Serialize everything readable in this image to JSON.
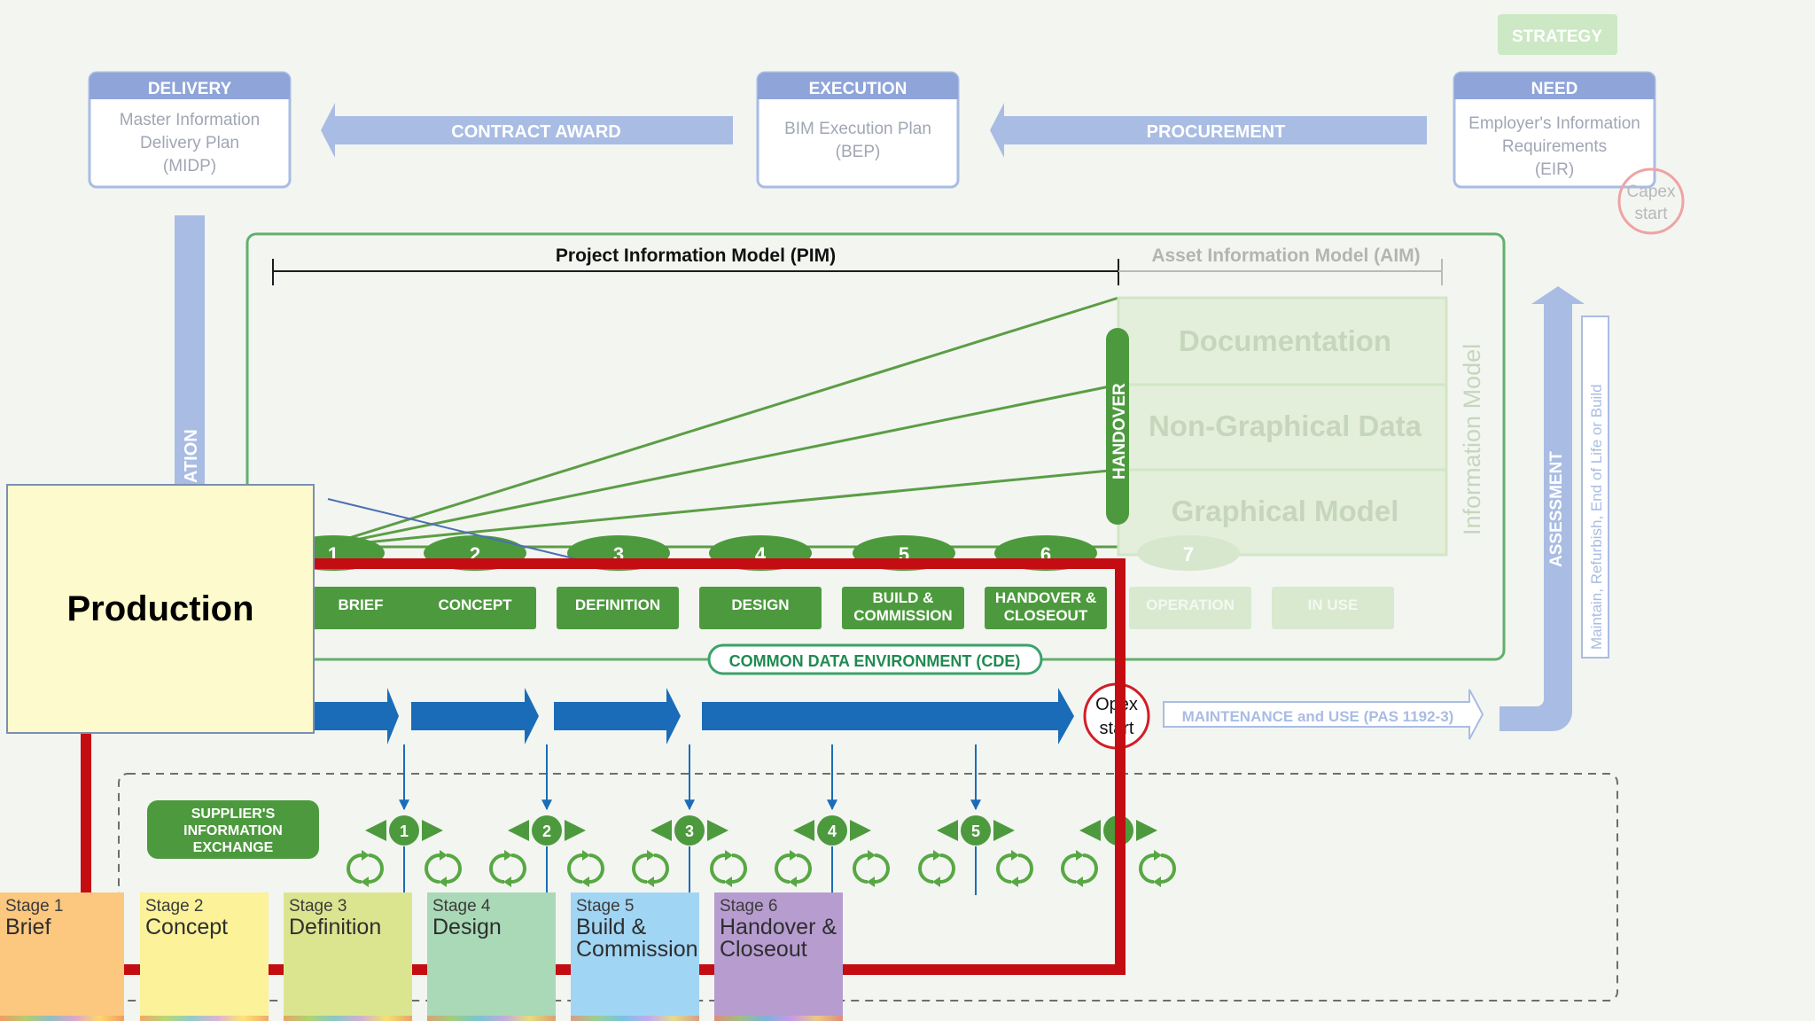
{
  "colors": {
    "blue_light": "#a9bce3",
    "blue_box": "#8fa4d9",
    "green_dark": "#4d9a3e",
    "green_light": "#d2e6c6",
    "arrow_blue": "#1b6cb8",
    "red": "#c40d12",
    "strategy": "#cce8c4",
    "note": "#fdfbcd"
  },
  "top": {
    "strategy": "STRATEGY",
    "delivery": {
      "header": "DELIVERY",
      "lines": [
        "Master Information",
        "Delivery Plan",
        "(MIDP)"
      ]
    },
    "execution": {
      "header": "EXECUTION",
      "lines": [
        "BIM Execution Plan",
        "(BEP)"
      ]
    },
    "need": {
      "header": "NEED",
      "lines": [
        "Employer's Information",
        "Requirements",
        "(EIR)"
      ]
    },
    "contract_award": "CONTRACT AWARD",
    "procurement": "PROCUREMENT",
    "capex": [
      "Capex",
      "start"
    ]
  },
  "side": {
    "left_vertical": "ATION",
    "assessment": "ASSESSMENT",
    "maintain": "Maintain, Refurbish, End of Life or Build"
  },
  "model": {
    "pim": "Project Information Model (PIM)",
    "aim": "Asset Information Model (AIM)",
    "handover": "HANDOVER",
    "information_model": "Information Model",
    "layers": [
      "Documentation",
      "Non-Graphical Data",
      "Graphical Model"
    ],
    "stage_numbers": [
      "1",
      "2",
      "3",
      "4",
      "5",
      "6",
      "7"
    ],
    "stage_labels": [
      [
        "BRIEF"
      ],
      [
        "CONCEPT"
      ],
      [
        "DEFINITION"
      ],
      [
        "DESIGN"
      ],
      [
        "BUILD &",
        "COMMISSION"
      ],
      [
        "HANDOVER &",
        "CLOSEOUT"
      ],
      [
        "OPERATION"
      ],
      [
        "IN USE"
      ]
    ],
    "cde": "COMMON DATA ENVIRONMENT (CDE)"
  },
  "flow": {
    "opex": [
      "Opex",
      "start"
    ],
    "maintenance": "MAINTENANCE and USE (PAS 1192-3)"
  },
  "exchange": {
    "label": [
      "SUPPLIER'S",
      "INFORMATION",
      "EXCHANGE"
    ],
    "points": [
      "1",
      "2",
      "3",
      "4",
      "5",
      ""
    ]
  },
  "note": {
    "label": "Production"
  },
  "stage_cards": [
    {
      "num": "Stage 1",
      "name": [
        "Brief"
      ],
      "color": "#fcc77f"
    },
    {
      "num": "Stage 2",
      "name": [
        "Concept"
      ],
      "color": "#fbf299"
    },
    {
      "num": "Stage 3",
      "name": [
        "Definition"
      ],
      "color": "#dbe590"
    },
    {
      "num": "Stage 4",
      "name": [
        "Design"
      ],
      "color": "#a9d9b6"
    },
    {
      "num": "Stage 5",
      "name": [
        "Build &",
        "Commission"
      ],
      "color": "#a1d5f4"
    },
    {
      "num": "Stage 6",
      "name": [
        "Handover &",
        "Closeout"
      ],
      "color": "#b79cd0"
    }
  ]
}
